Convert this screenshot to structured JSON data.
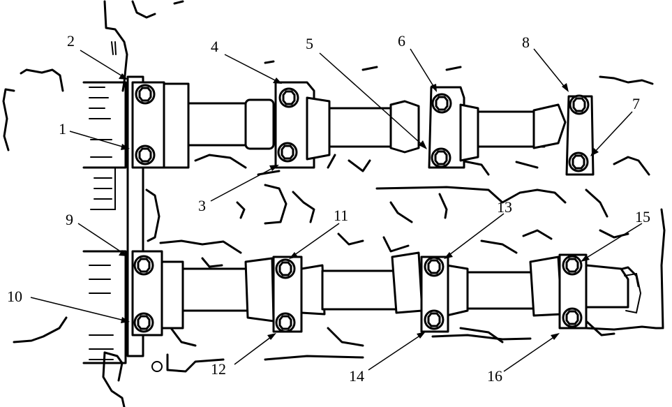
{
  "diagram": {
    "callouts": [
      {
        "id": "1",
        "label": "1"
      },
      {
        "id": "2",
        "label": "2"
      },
      {
        "id": "3",
        "label": "3"
      },
      {
        "id": "4",
        "label": "4"
      },
      {
        "id": "5",
        "label": "5"
      },
      {
        "id": "6",
        "label": "6"
      },
      {
        "id": "7",
        "label": "7"
      },
      {
        "id": "8",
        "label": "8"
      },
      {
        "id": "9",
        "label": "9"
      },
      {
        "id": "10",
        "label": "10"
      },
      {
        "id": "11",
        "label": "11"
      },
      {
        "id": "12",
        "label": "12"
      },
      {
        "id": "13",
        "label": "13"
      },
      {
        "id": "14",
        "label": "14"
      },
      {
        "id": "15",
        "label": "15"
      },
      {
        "id": "16",
        "label": "16"
      }
    ],
    "colors": {
      "line": "#000000",
      "background": "#ffffff"
    }
  }
}
